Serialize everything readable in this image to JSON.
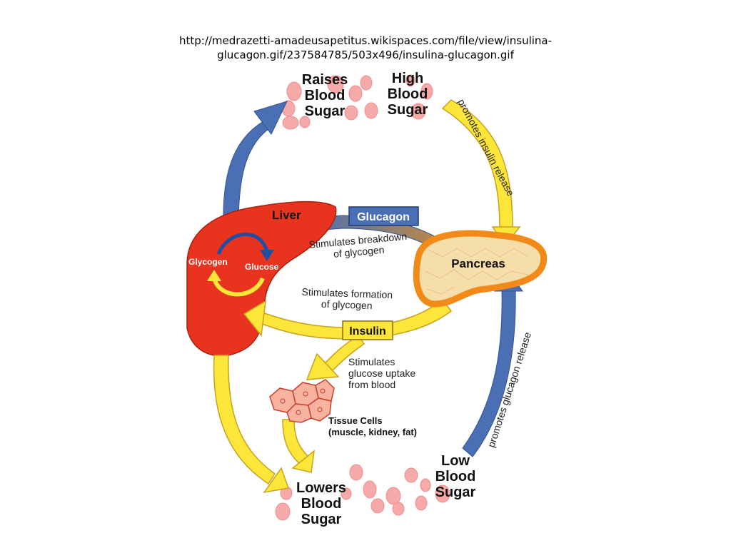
{
  "source_url": {
    "line1": "http://medrazetti-amadeusapetitus.wikispaces.com/file/view/insulina-",
    "line2": "glucagon.gif/237584785/503x496/insulina-glucagon.gif"
  },
  "diagram": {
    "raises_blood_sugar": [
      "Raises",
      "Blood",
      "Sugar"
    ],
    "high_blood_sugar": [
      "High",
      "Blood",
      "Sugar"
    ],
    "lowers_blood_sugar": [
      "Lowers",
      "Blood",
      "Sugar"
    ],
    "low_blood_sugar": [
      "Low",
      "Blood",
      "Sugar"
    ],
    "liver": "Liver",
    "glycogen": "Glycogen",
    "glucose": "Glucose",
    "pancreas": "Pancreas",
    "glucagon": "Glucagon",
    "insulin": "Insulin",
    "promotes_insulin_release": "promotes insulin release",
    "promotes_glucagon_release": "promotes glucagon release",
    "stimulates_breakdown": [
      "Stimulates breakdown",
      "of glycogen"
    ],
    "stimulates_formation": [
      "Stimulates formation",
      "of glycogen"
    ],
    "stimulates_uptake": [
      "Stimulates",
      "glucose uptake",
      "from blood"
    ],
    "tissue_cells": [
      "Tissue Cells",
      "(muscle, kidney, fat)"
    ]
  },
  "colors": {
    "liver": "#e8331f",
    "blue_arrow": "#4a6fb5",
    "yellow_arrow": "#fce63a",
    "pancreas_outline": "#f28a1a",
    "pancreas_fill": "#f6deaa",
    "blood_cell": "#f6a9a9"
  }
}
